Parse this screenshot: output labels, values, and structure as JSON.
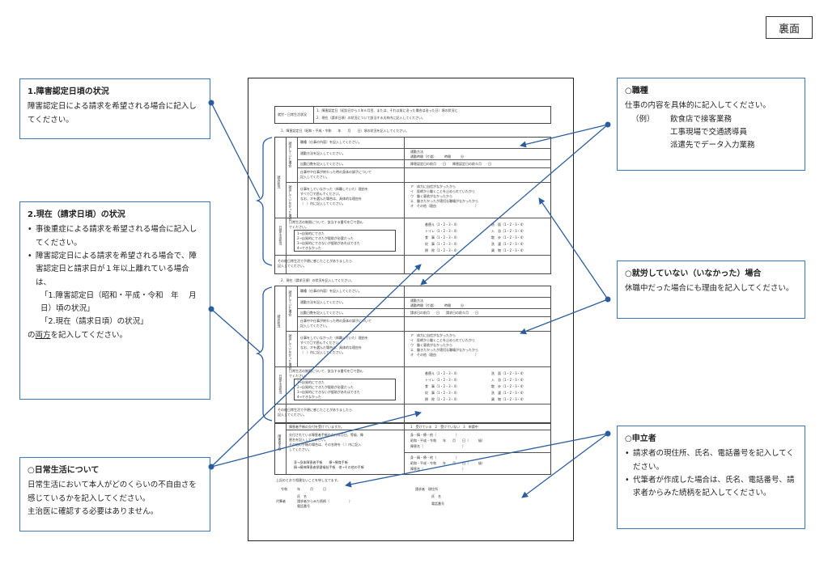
{
  "page_tag": "裏面",
  "callouts": {
    "shogai": {
      "title": "1.障害認定日頃の状況",
      "body": "障害認定日による請求を希望される場合に記入してください。"
    },
    "genzai": {
      "title": "2.現在（請求日頃）の状況",
      "bullets": [
        "事後重症による請求を希望される場合に記入してください。",
        "障害認定日による請求を希望される場合で、障害認定日と請求日が１年以上離れている場合は、"
      ],
      "quote1": "「1.障害認定日（昭和・平成・令和　年　 月　 日）頃の状況」",
      "quote2": "「2.現在（請求日頃）の状況」",
      "tail_prefix": "の",
      "tail_underlined": "両方",
      "tail_suffix": "を記入してください。"
    },
    "nichijo": {
      "title": "○日常生活について",
      "body": "日常生活において本人がどのくらいの不自由さを感じているかを記入してください。",
      "body2": "主治医に確認する必要はありません。"
    },
    "shokushu": {
      "title": "○職種",
      "body": "仕事の内容を具体的に記入してください。",
      "example_key": "（例）",
      "examples": [
        "飲食店で接客業務",
        "工事現場で交通誘導員",
        "派遣先でデータ入力業務"
      ]
    },
    "shuro": {
      "title": "○就労していない（いなかった）場合",
      "body": "休職中だった場合にも理由を記入してください。"
    },
    "moushitate": {
      "title": "○申立者",
      "bullets": [
        "請求者の現住所、氏名、電話番号を記入してください。",
        "代筆者が作成した場合は、氏名、電話番号、請求者からみた続柄を記入してください。"
      ]
    }
  },
  "form": {
    "header_label": "就労・日常生活状況",
    "header_note1": "1．障害認定日（初診日から１年６月目、または、それ以前に治った場合は治った日）頃の状況と",
    "header_note2": "2．現在（請求日頃）の状況について該当する太枠内に記入してください。",
    "sec1_title": "1．障害認定日（昭和・平成・令和　　年　　月　　日）頃の状況を記入してください。",
    "sec2_title": "2．現在（請求日頃）の状況を記入してください。",
    "side_shuro": "就労状況",
    "side_shurochu": "就労していた場合",
    "side_mishuro": "就労していなかった場合",
    "side_nichijo": "日常生活状況",
    "side_techo": "障害者手帳",
    "q_shokushu": "職種（仕事の内容）を記入してください。",
    "q_tsukin": "通勤方法を記入してください。",
    "q_shukkin": "出勤日数を記入してください。",
    "q_shigoto1": "仕事中や仕事が終わった時の身体の調子について",
    "q_shigoto2": "記入してください。",
    "a_tsukin1": "通勤方法",
    "a_tsukin2": "通勤時間（片道）　　　時間　　　分",
    "a_shukkin": "障害認定日の前月　　日　　障害認定日の前々月　　日",
    "a_shukkin2": "請求日の前月　　日　　請求日の前々月　　日",
    "q_mishuro1": "仕事をしていなかった（休職していた）理由を",
    "q_mishuro2": "すべて〇で囲んでください。",
    "q_mishuro3": "なお、オを選んだ場合は、具体的な理由を",
    "q_mishuro4": "（　）内に記入してください。",
    "reasons": [
      "ア　体力に自信がなかったから",
      "イ　医師から働くことを止められていたから",
      "ウ　働く意欲がなかったから",
      "エ　働きたかったが適切な職場がなかったから",
      "オ　その他（理由　　　　　　　　　　　　）"
    ],
    "q_nichijo1": "日常生活の制限について、該当する番号を〇で囲ん",
    "q_nichijo2": "でください。",
    "levels": [
      "1→自発的にできた",
      "2→自発的にできたが援助が必要だった",
      "3→自発的にできないが援助があればできた",
      "4→できなかった"
    ],
    "activities_l": [
      "着替え（1・2・3・4）",
      "トイレ（1・2・3・4）",
      "食　事（1・2・3・4）",
      "炊　事（1・2・3・4）",
      "掃　除（1・2・3・4）"
    ],
    "activities_r": [
      "洗　面（1・2・3・4）",
      "入　浴（1・2・3・4）",
      "散　歩（1・2・3・4）",
      "洗　濯（1・2・3・4）",
      "買　物（1・2・3・4）"
    ],
    "q_sonota1": "その他日常生活で不便に感じたことがありましたら",
    "q_sonota2": "記入してください。",
    "q_techo": "障害者手帳の交付を受けていますか。",
    "a_techo": "1　受けている　2　受けていない　3　申請中",
    "q_techo2": "交付されている障害者手帳の交付年月日、等級、障",
    "q_techo3": "害名を記入してください。",
    "q_techo4": "その他の手帳の場合は、その名称を（ ）内に記入",
    "q_techo5": "してください。",
    "techo_types": [
      "身・精・療・他（　　　　　　）",
      "昭和・平成・令和　　年　　月　　日（　　　級）",
      "障害名（　　　　　　　　　　　　）"
    ],
    "techo_kinds1": "身→身体障害者手帳　　療→療育手帳",
    "techo_kinds2": "精→精神障害者保健福祉手帳　他→その他の手帳",
    "footer1": "上記のとおり相違ないことを申し立てます。",
    "footer_date": "令和　　　年　　　月　　　日",
    "footer_jusho": "請求者　現住所",
    "footer_shimei": "氏　名",
    "footer_denwa": "電話番号",
    "footer_dai": "代筆者",
    "footer_dai_shimei": "氏　名",
    "footer_dai_zokugara": "請求者からみた続柄（　　　　　　）",
    "footer_dai_denwa": "電話番号"
  }
}
